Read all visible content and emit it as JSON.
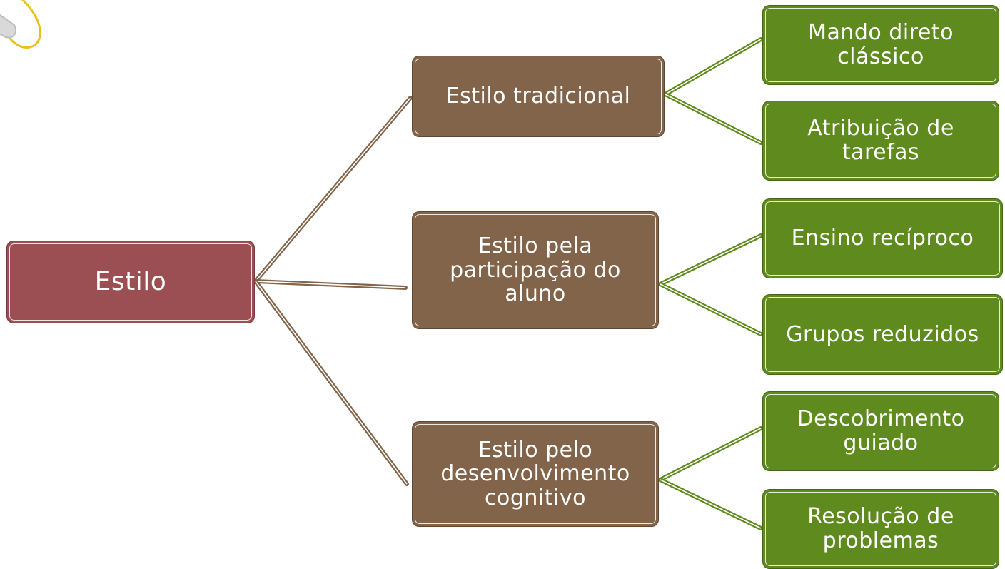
{
  "diagram": {
    "root": {
      "label": "Estilo"
    },
    "branches": [
      {
        "label": "Estilo tradicional",
        "children": [
          "Mando direto\nclássico",
          "Atribuição de\ntarefas"
        ]
      },
      {
        "label": "Estilo pela\nparticipação do\naluno",
        "children": [
          "Ensino recíproco",
          "Grupos reduzidos"
        ]
      },
      {
        "label": "Estilo pelo\ndesenvolvimento\ncognitivo",
        "children": [
          "Descobrimento\nguiado",
          "Resolução de\nproblemas"
        ]
      }
    ]
  },
  "colors": {
    "root_fill": "#9b4f52",
    "level1_fill": "#82644a",
    "level2_fill": "#5e8a1e",
    "root_connector": "#82644a",
    "leaf_connector": "#5e8a1e",
    "deco_outline": "#e8c21a"
  }
}
